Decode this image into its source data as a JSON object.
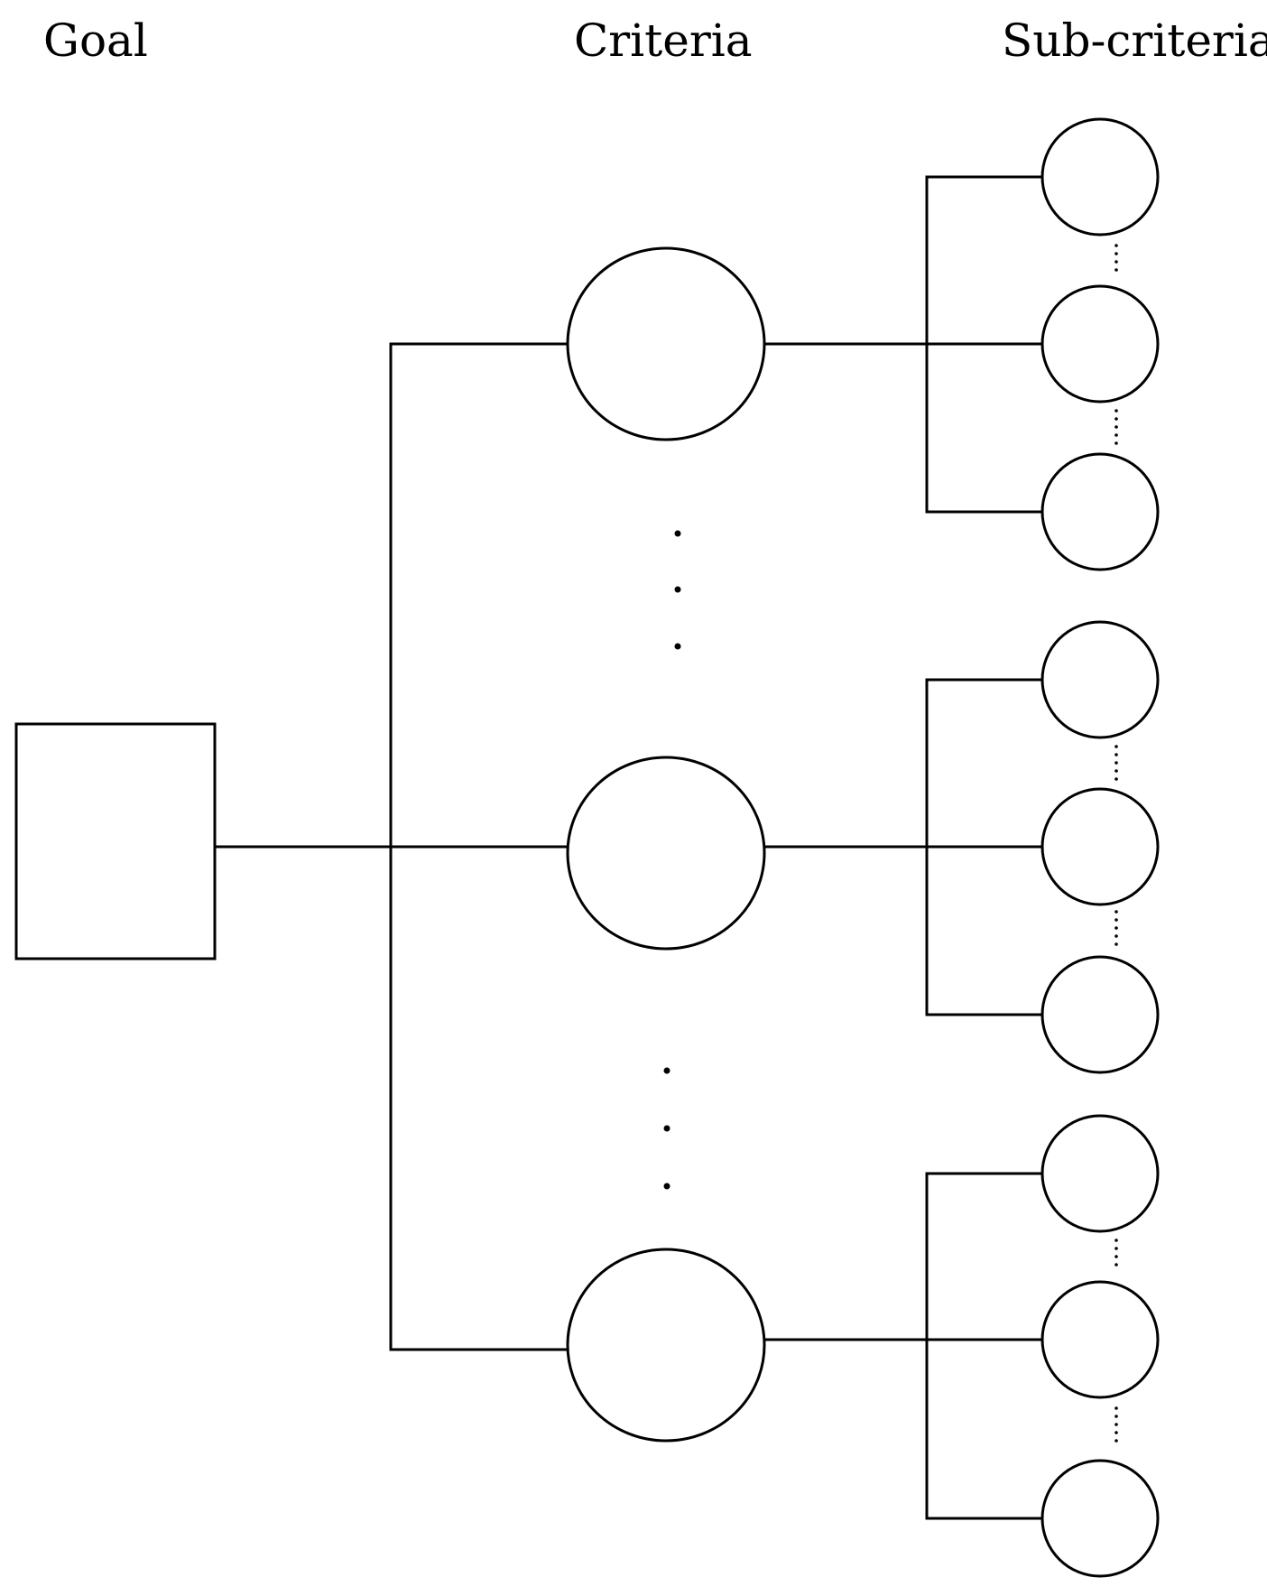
{
  "headers": {
    "goal": "Goal",
    "criteria": "Criteria",
    "subcriteria": "Sub-criteria"
  },
  "structure": {
    "goal_nodes": 1,
    "criteria_nodes": 3,
    "subcriteria_per_criterion": 3,
    "elision": "ellipsis dots between nodes"
  },
  "colors": {
    "stroke": "#000000",
    "background": "#ffffff"
  }
}
